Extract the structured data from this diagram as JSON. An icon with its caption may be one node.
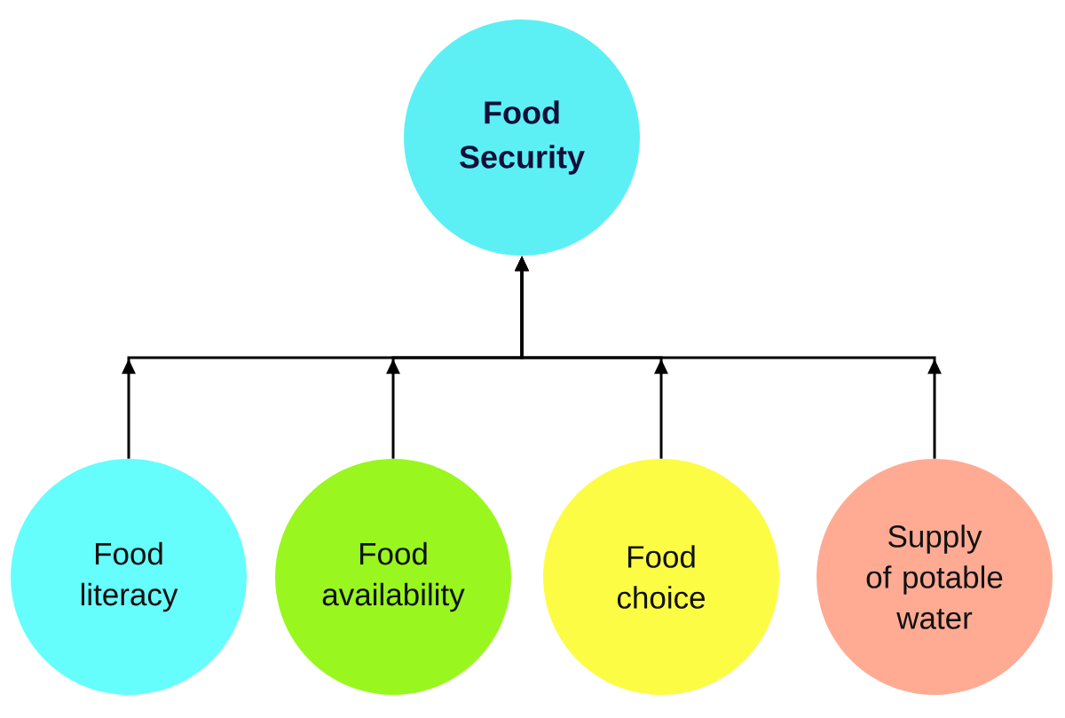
{
  "diagram": {
    "nodes": [
      {
        "text": [
          "Food Security"
        ]
      },
      {
        "text": [
          "Food literacy"
        ]
      },
      {
        "text": [
          "Food availability"
        ]
      },
      {
        "text": [
          "Food choice"
        ]
      },
      {
        "text": [
          "Supply of potable water"
        ]
      }
    ],
    "edges": [
      {
        "from": 1,
        "to": 0,
        "arrow": "to"
      },
      {
        "from": 2,
        "to": 0,
        "arrow": "to"
      },
      {
        "from": 3,
        "to": 0,
        "arrow": "to"
      },
      {
        "from": 4,
        "to": 0,
        "arrow": "to"
      }
    ]
  }
}
